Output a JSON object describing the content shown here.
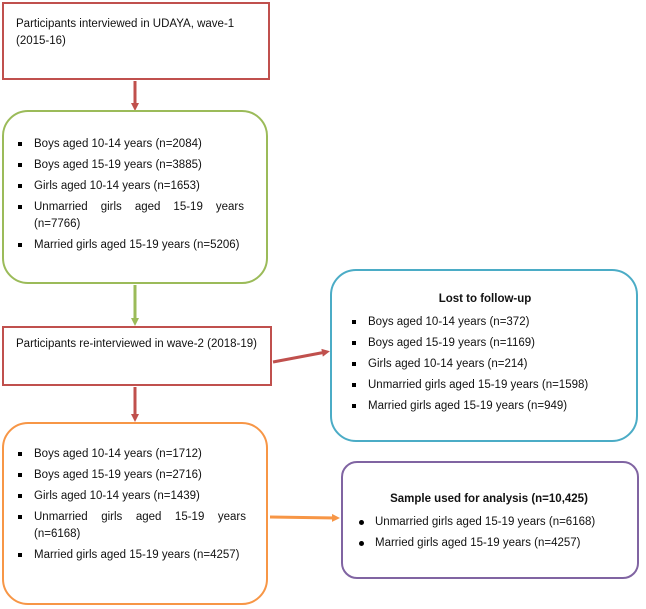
{
  "wave1_box": {
    "text": "Participants interviewed in UDAYA, wave-1 (2015-16)"
  },
  "wave1_sample": {
    "items": [
      "Boys aged 10-14 years (n=2084)",
      "Boys aged 15-19 years (n=3885)",
      "Girls aged 10-14 years (n=1653)",
      "Unmarried girls aged 15-19 years (n=7766)",
      "Married girls aged 15-19 years (n=5206)"
    ]
  },
  "wave2_box": {
    "text": "Participants re-interviewed in wave-2 (2018-19)"
  },
  "lost_followup": {
    "title": "Lost to follow-up",
    "items": [
      "Boys aged 10-14 years (n=372)",
      "Boys aged 15-19 years (n=1169)",
      "Girls aged 10-14 years (n=214)",
      "Unmarried girls aged 15-19 years (n=1598)",
      "Married girls aged 15-19 years (n=949)"
    ]
  },
  "wave2_sample": {
    "items": [
      "Boys aged 10-14 years (n=1712)",
      "Boys aged 15-19 years (n=2716)",
      "Girls aged 10-14 years (n=1439)",
      "Unmarried girls aged 15-19 years (n=6168)",
      "Married girls aged 15-19 years (n=4257)"
    ]
  },
  "analysis_sample": {
    "title": "Sample used for analysis (n=10,425)",
    "items": [
      "Unmarried girls aged 15-19 years (n=6168)",
      "Married girls aged 15-19 years (n=4257)"
    ]
  },
  "colors": {
    "red": "#c0504d",
    "green": "#9bbb59",
    "blue": "#4bacc6",
    "orange": "#f79646",
    "purple": "#8064a2"
  }
}
